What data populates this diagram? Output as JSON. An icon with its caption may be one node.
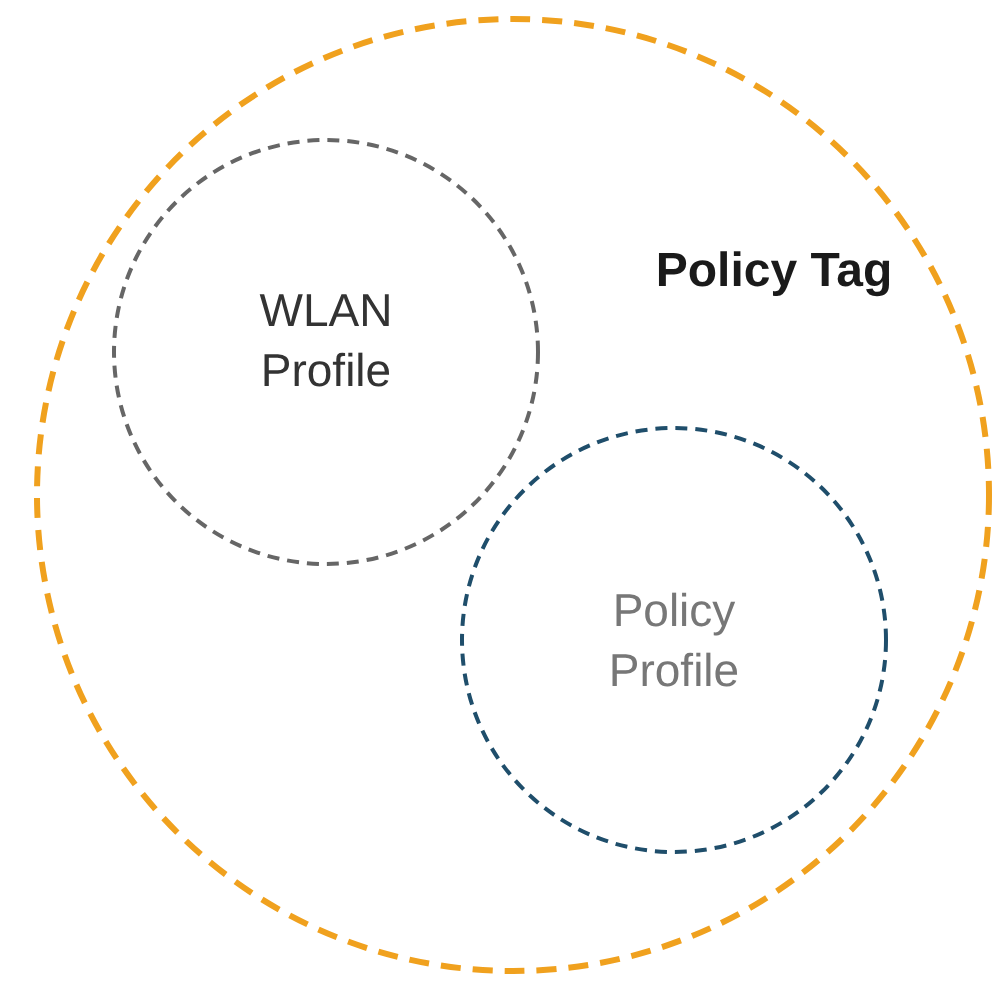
{
  "diagram": {
    "nodes": [
      {
        "text": [
          "Policy Tag"
        ]
      },
      {
        "text": [
          "WLAN Profile"
        ],
        "in": 0
      },
      {
        "text": [
          "Policy Profile"
        ],
        "in": 0
      }
    ]
  }
}
